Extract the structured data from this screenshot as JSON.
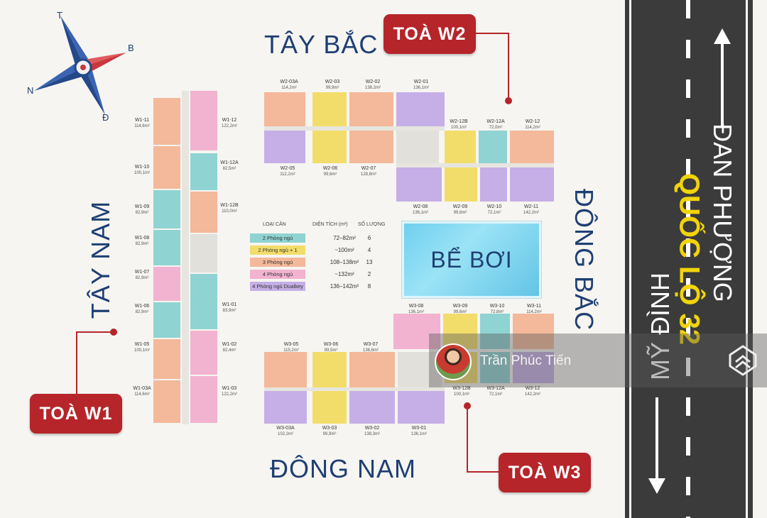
{
  "directions": {
    "north_west": "TÂY BẮC",
    "south_west": "TÂY NAM",
    "north_east": "ĐÔNG BẮC",
    "south_east": "ĐÔNG NAM"
  },
  "compass": {
    "t": "T",
    "b": "B",
    "n": "N",
    "d": "Đ"
  },
  "towers": {
    "w1": "TOÀ W1",
    "w2": "TOÀ W2",
    "w3": "TOÀ W3"
  },
  "pool": "BỂ BƠI",
  "road": {
    "top": "ĐAN PHƯỢNG",
    "middle": "QUỐC LỘ 32",
    "bottom": "MỸ ĐÌNH"
  },
  "legend": {
    "headers": [
      "LOẠI CĂN",
      "DIỆN TÍCH (m²)",
      "SỐ LƯỢNG"
    ],
    "rows": [
      {
        "type": "2 Phòng ngủ",
        "area": "72–82m²",
        "count": "6",
        "color": "#8fd3d2"
      },
      {
        "type": "2 Phòng ngủ + 1",
        "area": "~100m²",
        "count": "4",
        "color": "#f3dd6a"
      },
      {
        "type": "3 Phòng ngủ",
        "area": "108–138m²",
        "count": "13",
        "color": "#f4b89a"
      },
      {
        "type": "4 Phòng ngủ",
        "area": "~132m²",
        "count": "2",
        "color": "#f2b3d0"
      },
      {
        "type": "4 Phòng ngủ Dualkey",
        "area": "136–142m²",
        "count": "8",
        "color": "#c5afe6"
      }
    ]
  },
  "watermark": "Trần Phúc Tiến",
  "colors": {
    "teal": "#8fd3d2",
    "yellow": "#f3dd6a",
    "salmon": "#f4b89a",
    "pink": "#f2b3d0",
    "purple": "#c5afe6",
    "tag_red": "#b5252a",
    "label_blue": "#1f3f73",
    "road": "#3a3a3a"
  },
  "units": {
    "w2_top": [
      {
        "code": "W2-03A",
        "area": "114,2m²"
      },
      {
        "code": "W2-03",
        "area": "99,9m²"
      },
      {
        "code": "W2-02",
        "area": "138,2m²"
      },
      {
        "code": "W2-01",
        "area": "136,1m²"
      }
    ],
    "w2_mid": [
      {
        "code": "W2-05",
        "area": "112,2m²"
      },
      {
        "code": "W2-06",
        "area": "99,6m²"
      },
      {
        "code": "W2-07",
        "area": "128,8m²"
      }
    ],
    "w2_right_top": [
      {
        "code": "W2-12B",
        "area": "100,1m²"
      },
      {
        "code": "W2-12A",
        "area": "72,0m²"
      },
      {
        "code": "W2-12",
        "area": "114,2m²"
      }
    ],
    "w2_right_bot": [
      {
        "code": "W2-08",
        "area": "136,1m²"
      },
      {
        "code": "W2-09",
        "area": "99,6m²"
      },
      {
        "code": "W2-10",
        "area": "72,1m²"
      },
      {
        "code": "W2-11",
        "area": "142,2m²"
      }
    ],
    "w1_left": [
      {
        "code": "W1-11",
        "area": "114,6m²"
      },
      {
        "code": "W1-10",
        "area": "100,1m²"
      },
      {
        "code": "W1-09",
        "area": "82,9m²"
      },
      {
        "code": "W1-08",
        "area": "82,9m²"
      },
      {
        "code": "W1-07",
        "area": "82,9m²"
      },
      {
        "code": "W1-06",
        "area": "82,9m²"
      },
      {
        "code": "W1-05",
        "area": "100,1m²"
      },
      {
        "code": "W1-03A",
        "area": "114,6m²"
      }
    ],
    "w1_right": [
      {
        "code": "W1-12",
        "area": "122,2m²"
      },
      {
        "code": "W1-12A",
        "area": "82,5m²"
      },
      {
        "code": "W1-12B",
        "area": "110,0m²"
      },
      {
        "code": "W1-01",
        "area": "83,9m²"
      },
      {
        "code": "W1-02",
        "area": "82,4m²"
      },
      {
        "code": "W1-03",
        "area": "122,2m²"
      }
    ],
    "w3_top": [
      {
        "code": "W3-08",
        "area": "136,1m²"
      },
      {
        "code": "W3-09",
        "area": "99,6m²"
      },
      {
        "code": "W3-10",
        "area": "72,8m²"
      },
      {
        "code": "W3-11",
        "area": "114,2m²"
      }
    ],
    "w3_mid": [
      {
        "code": "W3-05",
        "area": "115,2m²"
      },
      {
        "code": "W3-06",
        "area": "99,5m²"
      },
      {
        "code": "W3-07",
        "area": "138,6m²"
      }
    ],
    "w3_right": [
      {
        "code": "W3-12B",
        "area": "100,1m²"
      },
      {
        "code": "W3-12A",
        "area": "72,1m²"
      },
      {
        "code": "W3-12",
        "area": "142,2m²"
      }
    ],
    "w3_bot": [
      {
        "code": "W3-03A",
        "area": "102,2m²"
      },
      {
        "code": "W3-03",
        "area": "99,9m²"
      },
      {
        "code": "W3-02",
        "area": "138,3m²"
      },
      {
        "code": "W3-01",
        "area": "136,1m²"
      }
    ]
  }
}
